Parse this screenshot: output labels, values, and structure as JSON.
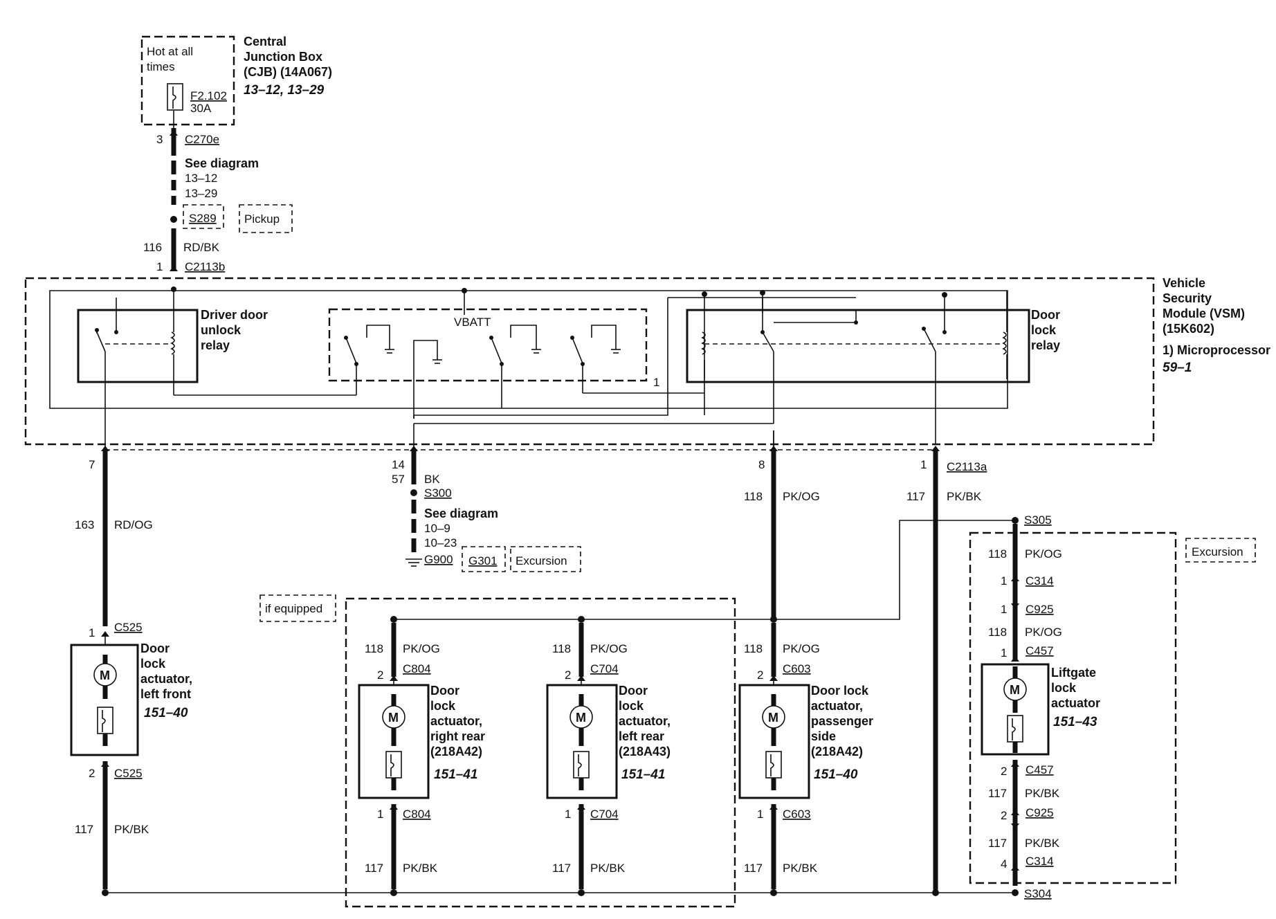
{
  "cjb": {
    "hot": [
      "Hot at all",
      "times"
    ],
    "fuse_id": "F2.102",
    "fuse_amps": "30A",
    "title": [
      "Central",
      "Junction Box",
      "(CJB) (14A067)"
    ],
    "ref": "13–12, 13–29"
  },
  "feed": {
    "pin3": "3",
    "conn": "C270e",
    "see": [
      "See diagram",
      "13–12",
      "13–29"
    ],
    "splice": "S289",
    "variant": "Pickup",
    "circuit": "116",
    "color": "RD/BK",
    "pin1": "1",
    "conn2": "C2113b"
  },
  "vsm": {
    "title": [
      "Vehicle",
      "Security",
      "Module (VSM)",
      "(15K602)"
    ],
    "note": "1) Microprocessor",
    "ref": "59–1",
    "driver_relay": [
      "Driver door",
      "unlock",
      "relay"
    ],
    "door_relay": [
      "Door",
      "lock",
      "relay"
    ],
    "vbatt": "VBATT",
    "footnote": "1"
  },
  "bottom_pins": {
    "p7": "7",
    "c163": "163",
    "rdog": "RD/OG",
    "p14": "14",
    "p57": "57",
    "bk": "BK",
    "s300": "S300",
    "see": [
      "See diagram",
      "10–9",
      "10–23"
    ],
    "g900": "G900",
    "g301": "G301",
    "excursion": "Excursion",
    "p8": "8",
    "c118": "118",
    "pkog": "PK/OG",
    "p1": "1",
    "c2113a": "C2113a",
    "c117": "117",
    "pkbk": "PK/BK"
  },
  "actuators": {
    "lf": {
      "pin1": "1",
      "c1": "C525",
      "label": [
        "Door",
        "lock",
        "actuator,",
        "left front"
      ],
      "ref": "151–40",
      "pin2": "2",
      "c2": "C525",
      "circ": "117",
      "color": "PK/BK"
    },
    "rr": {
      "circ1": "118",
      "color1": "PK/OG",
      "pin2": "2",
      "c1": "C804",
      "label": [
        "Door",
        "lock",
        "actuator,",
        "right rear",
        "(218A42)"
      ],
      "ref": "151–41",
      "pin1": "1",
      "c2": "C804",
      "circ2": "117",
      "color2": "PK/BK"
    },
    "lr": {
      "circ1": "118",
      "color1": "PK/OG",
      "pin2": "2",
      "c1": "C704",
      "label": [
        "Door",
        "lock",
        "actuator,",
        "left rear",
        "(218A43)"
      ],
      "ref": "151–41",
      "pin1": "1",
      "c2": "C704",
      "circ2": "117",
      "color2": "PK/BK"
    },
    "ps": {
      "circ1": "118",
      "color1": "PK/OG",
      "pin2": "2",
      "c1": "C603",
      "label": [
        "Door lock",
        "actuator,",
        "passenger",
        "side",
        "(218A42)"
      ],
      "ref": "151–40",
      "pin1": "1",
      "c2": "C603",
      "circ2": "117",
      "color2": "PK/BK"
    },
    "if_equipped": "if equipped"
  },
  "liftgate": {
    "s305": "S305",
    "excursion": "Excursion",
    "rows_top": [
      {
        "circ": "118",
        "txt": "PK/OG"
      },
      {
        "pin": "1",
        "conn": "C314"
      },
      {
        "pin": "1",
        "conn": "C925"
      },
      {
        "circ": "118",
        "txt": "PK/OG"
      },
      {
        "pin": "1",
        "conn": "C457"
      }
    ],
    "label": [
      "Liftgate",
      "lock",
      "actuator"
    ],
    "ref": "151–43",
    "rows_bot": [
      {
        "pin": "2",
        "conn": "C457"
      },
      {
        "circ": "117",
        "txt": "PK/BK"
      },
      {
        "pin": "2",
        "conn": "C925"
      },
      {
        "circ": "117",
        "txt": "PK/BK"
      },
      {
        "pin": "4",
        "conn": "C314"
      }
    ],
    "s304": "S304"
  }
}
